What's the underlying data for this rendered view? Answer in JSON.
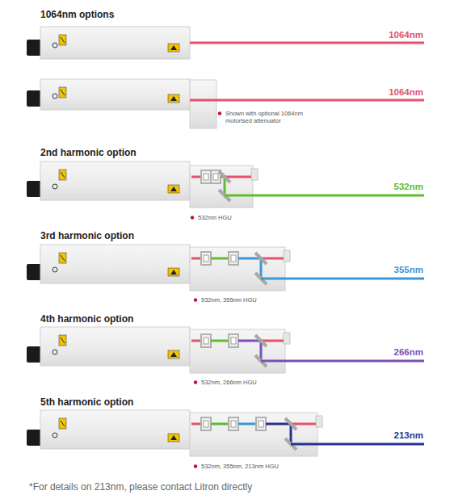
{
  "diagram": {
    "labels": [
      "1064nm options",
      "1064nm",
      "1064nm",
      "Shown with optional 1064nm motorised attenuator",
      "2nd harmonic option",
      "532nm",
      "532nm HGU",
      "3rd harmonic option",
      "355nm",
      "532nm, 355nm HGU",
      "4th harmonic option",
      "266nm",
      "532nm, 266nm HGU",
      "5th harmonic option",
      "213nm",
      "532nm, 355nm, 213nm HGU",
      "*For details on 213nm, please contact Litron directly"
    ]
  }
}
